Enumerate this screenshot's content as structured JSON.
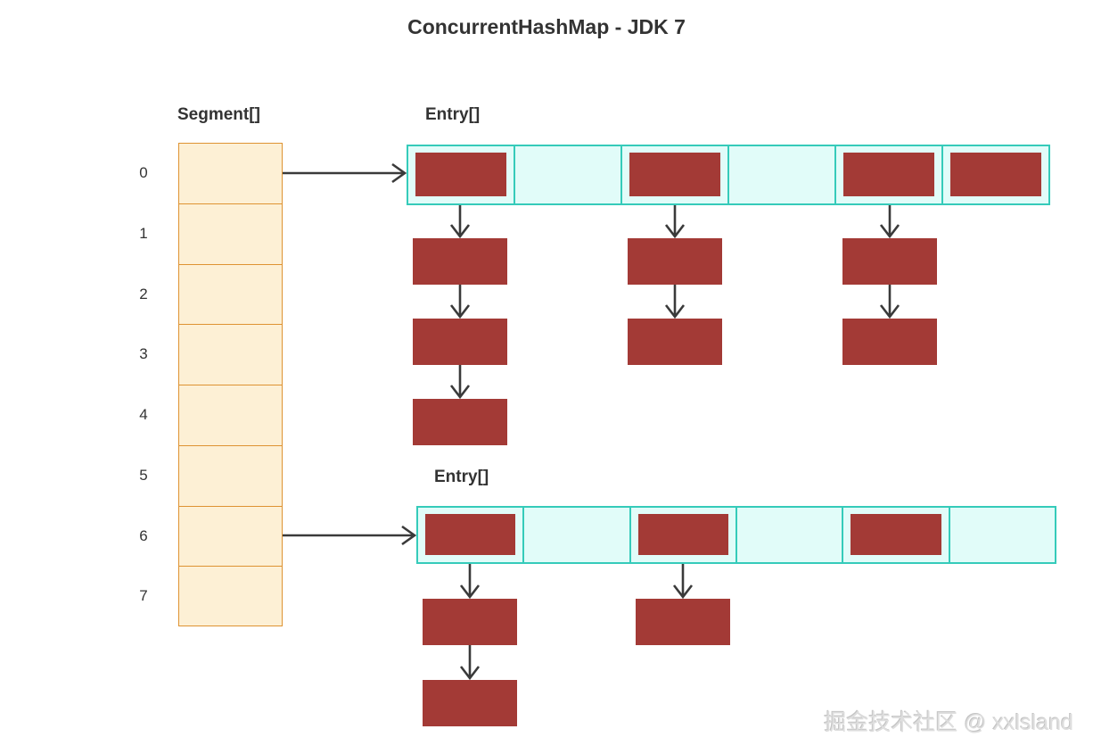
{
  "title": "ConcurrentHashMap - JDK 7",
  "watermark": "掘金技术社区 @ xxlsland",
  "segment_array": {
    "label": "Segment[]",
    "indices": [
      "0",
      "1",
      "2",
      "3",
      "4",
      "5",
      "6",
      "7"
    ]
  },
  "entry_arrays": [
    {
      "label": "Entry[]",
      "source_segment_index": 0,
      "cells": [
        {
          "has_entry": true,
          "chain_nodes_below": 3
        },
        {
          "has_entry": false,
          "chain_nodes_below": 0
        },
        {
          "has_entry": true,
          "chain_nodes_below": 2
        },
        {
          "has_entry": false,
          "chain_nodes_below": 0
        },
        {
          "has_entry": true,
          "chain_nodes_below": 2
        },
        {
          "has_entry": true,
          "chain_nodes_below": 0
        }
      ]
    },
    {
      "label": "Entry[]",
      "source_segment_index": 6,
      "cells": [
        {
          "has_entry": true,
          "chain_nodes_below": 2
        },
        {
          "has_entry": false,
          "chain_nodes_below": 0
        },
        {
          "has_entry": true,
          "chain_nodes_below": 1
        },
        {
          "has_entry": false,
          "chain_nodes_below": 0
        },
        {
          "has_entry": true,
          "chain_nodes_below": 0
        },
        {
          "has_entry": false,
          "chain_nodes_below": 0
        }
      ]
    }
  ],
  "colors": {
    "segment_fill": "#FDF0D5",
    "segment_border": "#DE9332",
    "entry_fill": "#E1FCF9",
    "entry_border": "#35CBBA",
    "node_fill": "#A33A36",
    "arrow": "#3A3A3A",
    "text": "#333333",
    "watermark": "#DEDEDE"
  }
}
